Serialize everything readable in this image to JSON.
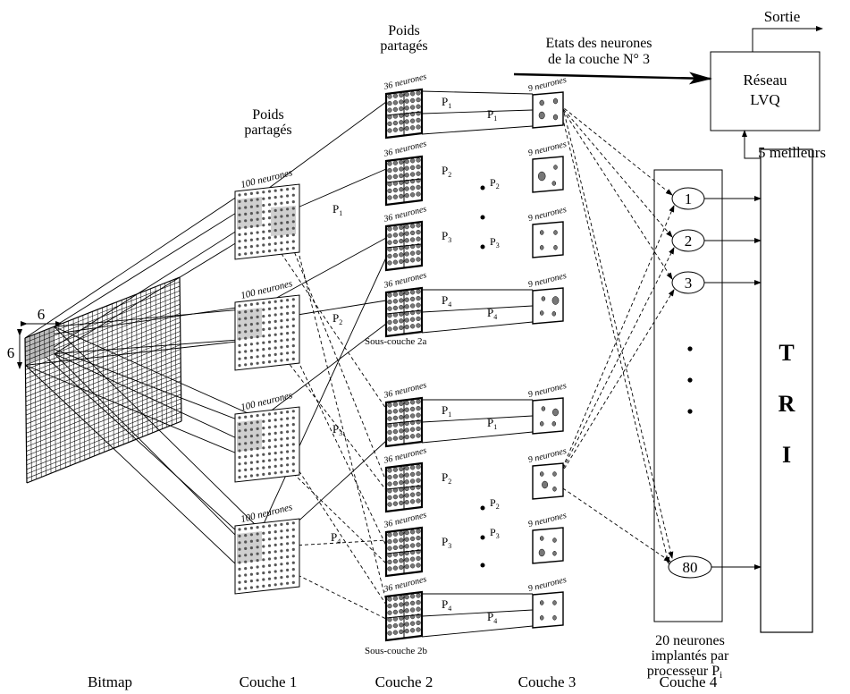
{
  "columns": {
    "bitmap": "Bitmap",
    "couche1": "Couche 1",
    "couche2": "Couche 2",
    "couche3": "Couche 3",
    "couche4": "Couche 4"
  },
  "labels": {
    "sortie": "Sortie",
    "reseau_line1": "Réseau",
    "reseau_line2": "LVQ",
    "etats_line1": "Etats des neurones",
    "etats_line2": "de la couche N° 3",
    "poids_partages_line1": "Poids",
    "poids_partages_line2": "partagés",
    "meilleurs": "5 meilleurs",
    "sous_couche_2a": "Sous-couche 2a",
    "sous_couche_2b": "Sous-couche 2b",
    "neurones_line1": "20 neurones",
    "neurones_line2": "implantés par",
    "neurones_line3": "processeur P",
    "neurones_sub": "i",
    "tri_t": "T",
    "tri_r": "R",
    "tri_i": "I",
    "six_h": "6",
    "six_v": "6"
  },
  "couche1_caption": "100 neurones",
  "couche2_caption": "36 neurones",
  "couche3_caption": "9 neurones",
  "couche1_p": [
    {
      "base": "P",
      "sub": "1"
    },
    {
      "base": "P",
      "sub": "2"
    },
    {
      "base": "P",
      "sub": "3"
    },
    {
      "base": "P",
      "sub": "4"
    }
  ],
  "couche2_p": [
    {
      "base": "P",
      "sub": "1"
    },
    {
      "base": "P",
      "sub": "2"
    },
    {
      "base": "P",
      "sub": "3"
    },
    {
      "base": "P",
      "sub": "4"
    },
    {
      "base": "P",
      "sub": "1"
    },
    {
      "base": "P",
      "sub": "2"
    },
    {
      "base": "P",
      "sub": "3"
    },
    {
      "base": "P",
      "sub": "4"
    }
  ],
  "couche23_p": [
    {
      "base": "P",
      "sub": "1"
    },
    {
      "base": "P",
      "sub": "4"
    },
    {
      "base": "P",
      "sub": "1"
    },
    {
      "base": "P",
      "sub": "4"
    }
  ],
  "dots_p": [
    {
      "base": "P",
      "sub": "2"
    },
    {
      "base": "P",
      "sub": "3"
    },
    {
      "base": "P",
      "sub": "2"
    },
    {
      "base": "P",
      "sub": "3"
    }
  ],
  "couche4_nodes": [
    "1",
    "2",
    "3",
    "80"
  ]
}
